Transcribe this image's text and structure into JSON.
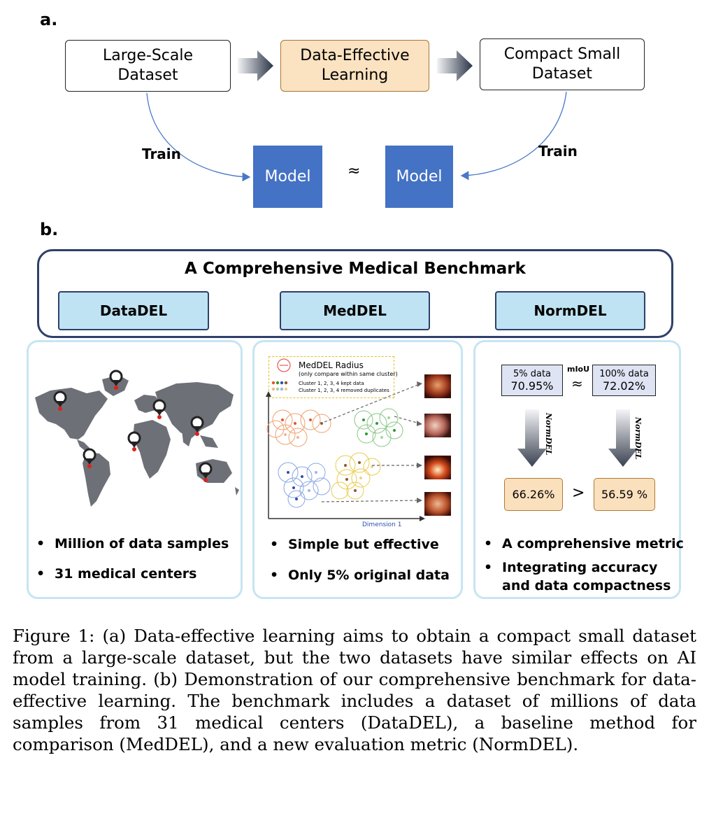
{
  "panel_a": {
    "label": "a.",
    "box_large": "Large-Scale\nDataset",
    "box_del": "Data-Effective\nLearning",
    "box_small": "Compact Small\nDataset",
    "train_left": "Train",
    "train_right": "Train",
    "model_left": "Model",
    "model_right": "Model",
    "approx": "≈",
    "colors": {
      "del_box": "#fbe2c0",
      "model": "#4472c4"
    }
  },
  "panel_b": {
    "label": "b.",
    "benchmark_title": "A Comprehensive Medical Benchmark",
    "components": [
      "DataDEL",
      "MedDEL",
      "NormDEL"
    ],
    "datadel": {
      "bullets": [
        "Million of data samples",
        "31 medical centers"
      ]
    },
    "meddel": {
      "legend_title": "MedDEL Radius",
      "legend_sub": "(only compare within same cluster)",
      "legend_kept": "Cluster 1, 2, 3, 4 kept data",
      "legend_removed": "Cluster 1, 2, 3, 4 removed duplicates",
      "axis_label": "Dimension 1",
      "bullets": [
        "Simple but effective",
        "Only 5% original data"
      ]
    },
    "normdel": {
      "left_top_label": "5% data",
      "left_top_value": "70.95%",
      "right_top_label": "100% data",
      "right_top_value": "72.02%",
      "metric": "mIoU",
      "approx": "≈",
      "arrow_text": "NormDEL",
      "left_result": "66.26%",
      "compare": ">",
      "right_result": "56.59 %",
      "bullets": [
        "A comprehensive metric",
        "Integrating accuracy and data compactness"
      ]
    },
    "colors": {
      "frame": "#2f3f6b",
      "component": "#bfe3f3",
      "card_border": "#c6e5f2"
    }
  },
  "caption": "Figure 1: (a) Data-effective learning aims to obtain a compact small dataset from a large-scale dataset, but the two datasets have similar effects on AI model training. (b) Demonstration of our comprehensive benchmark for data-effective learning. The benchmark includes a dataset of millions of data samples from 31 medical centers (DataDEL), a baseline method for comparison (MedDEL), and a new evaluation metric (NormDEL)."
}
